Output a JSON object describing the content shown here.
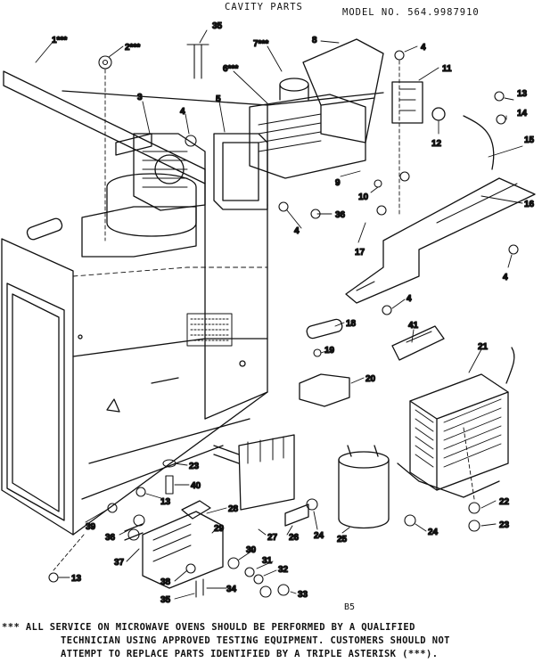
{
  "header": {
    "title": "CAVITY PARTS",
    "model": "MODEL NO. 564.9987910"
  },
  "labels": [
    {
      "id": "p1",
      "text": "1***"
    },
    {
      "id": "p2",
      "text": "2***"
    },
    {
      "id": "p35a",
      "text": "35"
    },
    {
      "id": "p7",
      "text": "7***"
    },
    {
      "id": "p8",
      "text": "8"
    },
    {
      "id": "p4a",
      "text": "4"
    },
    {
      "id": "p6",
      "text": "6***"
    },
    {
      "id": "p11",
      "text": "11"
    },
    {
      "id": "p13a",
      "text": "13"
    },
    {
      "id": "p3",
      "text": "3"
    },
    {
      "id": "p4b",
      "text": "4"
    },
    {
      "id": "p5",
      "text": "5"
    },
    {
      "id": "p14",
      "text": "14"
    },
    {
      "id": "p12",
      "text": "12"
    },
    {
      "id": "p15",
      "text": "15"
    },
    {
      "id": "p9",
      "text": "9"
    },
    {
      "id": "p10",
      "text": "10"
    },
    {
      "id": "p36a",
      "text": "36"
    },
    {
      "id": "p16",
      "text": "16"
    },
    {
      "id": "p4c",
      "text": "4"
    },
    {
      "id": "p17",
      "text": "17"
    },
    {
      "id": "p4d",
      "text": "4"
    },
    {
      "id": "p4e",
      "text": "4"
    },
    {
      "id": "p18",
      "text": "18"
    },
    {
      "id": "p41",
      "text": "41"
    },
    {
      "id": "p19",
      "text": "19"
    },
    {
      "id": "p21",
      "text": "21"
    },
    {
      "id": "p20",
      "text": "20"
    },
    {
      "id": "p23a",
      "text": "23"
    },
    {
      "id": "p40",
      "text": "40"
    },
    {
      "id": "p13b",
      "text": "13"
    },
    {
      "id": "p28",
      "text": "28"
    },
    {
      "id": "p39",
      "text": "39"
    },
    {
      "id": "p36b",
      "text": "36"
    },
    {
      "id": "p29",
      "text": "29"
    },
    {
      "id": "p27",
      "text": "27"
    },
    {
      "id": "p26",
      "text": "26"
    },
    {
      "id": "p24a",
      "text": "24"
    },
    {
      "id": "p25",
      "text": "25"
    },
    {
      "id": "p24b",
      "text": "24"
    },
    {
      "id": "p22",
      "text": "22"
    },
    {
      "id": "p23b",
      "text": "23"
    },
    {
      "id": "p37",
      "text": "37"
    },
    {
      "id": "p30",
      "text": "30"
    },
    {
      "id": "p31",
      "text": "31"
    },
    {
      "id": "p32",
      "text": "32"
    },
    {
      "id": "p13c",
      "text": "13"
    },
    {
      "id": "p38",
      "text": "38"
    },
    {
      "id": "p34",
      "text": "34"
    },
    {
      "id": "p33",
      "text": "33"
    },
    {
      "id": "p35b",
      "text": "35"
    }
  ],
  "page_code": "B5",
  "notice": {
    "line1": "*** ALL SERVICE ON MICROWAVE OVENS SHOULD BE PERFORMED BY A QUALIFIED",
    "line2": "TECHNICIAN USING APPROVED TESTING EQUIPMENT. CUSTOMERS SHOULD NOT",
    "line3": "ATTEMPT TO REPLACE PARTS IDENTIFIED BY A TRIPLE ASTERISK (***)."
  }
}
